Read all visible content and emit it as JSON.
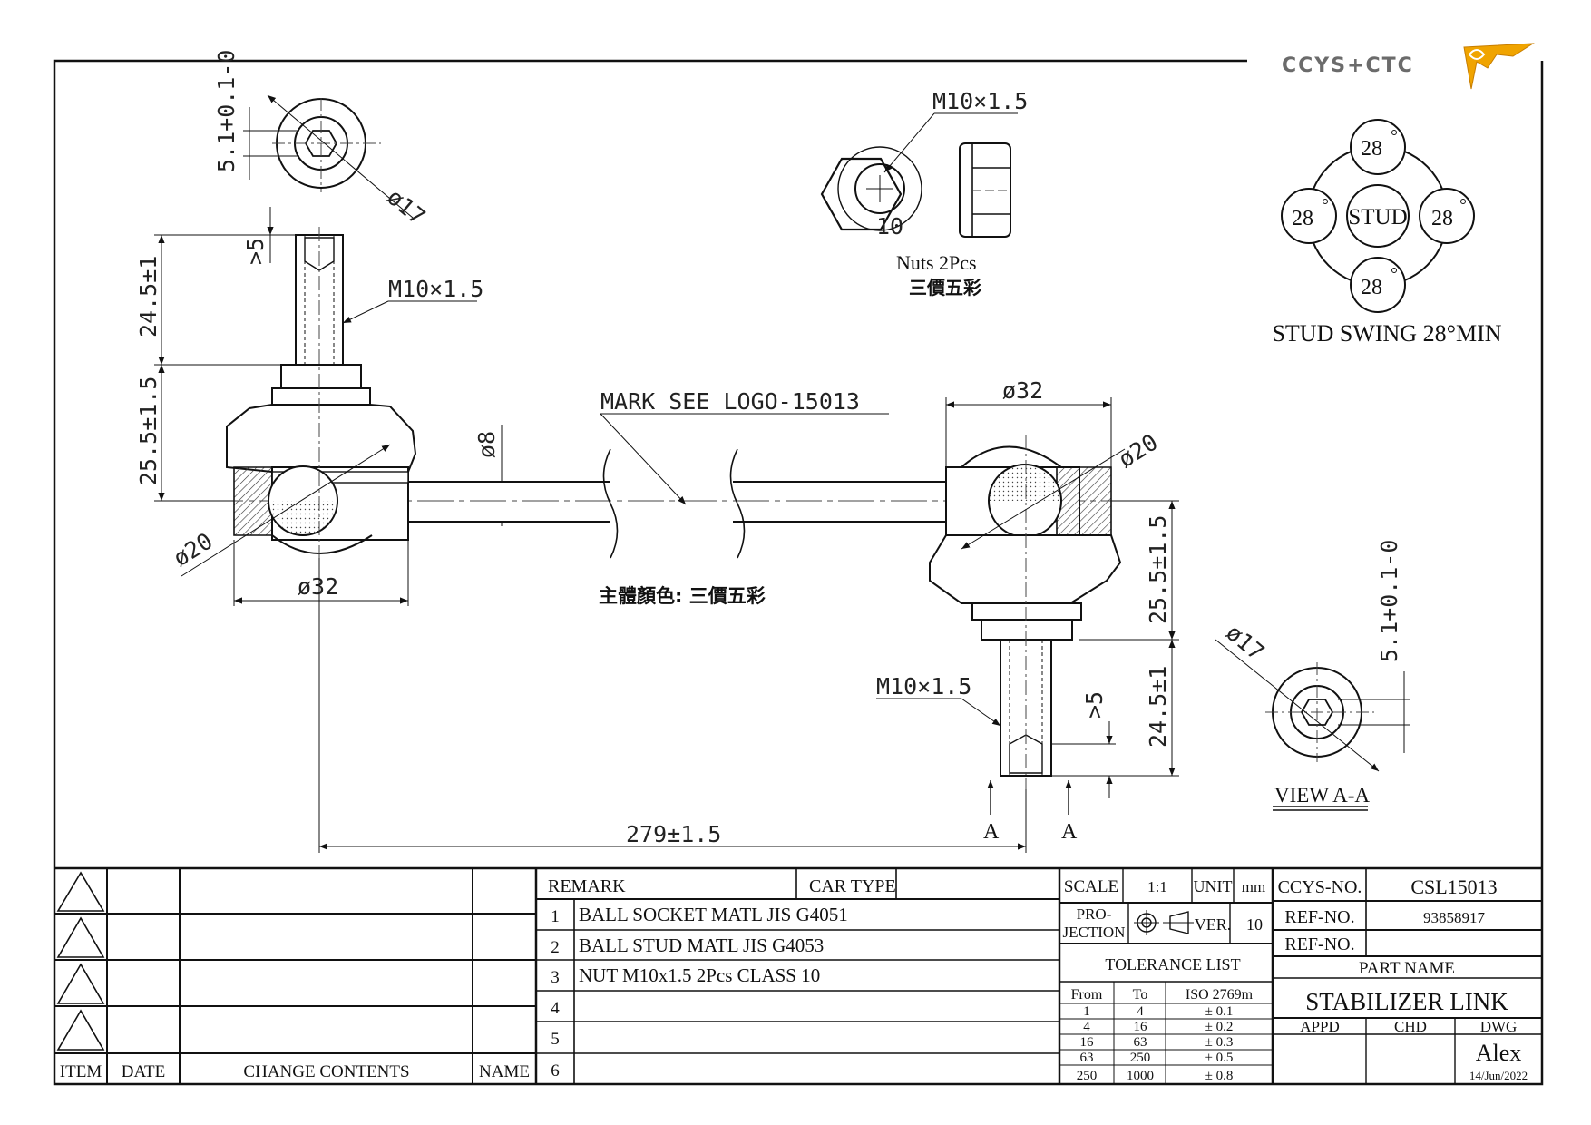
{
  "logo": {
    "text": "CCYS+CTC",
    "accent_color": "#f0a400"
  },
  "top_nut": {
    "thread": "M10×1.5",
    "thread_inner": "10",
    "caption": "Nuts 2Pcs",
    "color_note": "三價五彩"
  },
  "stud_swing": {
    "center": "STUD",
    "angle_value": "28",
    "caption": "STUD SWING 28°MIN"
  },
  "left_end_view": {
    "dia": "ø17",
    "height": "5.1+0.1-0"
  },
  "left_joint": {
    "thread": "M10×1.5",
    "recess": ">5",
    "stud_len": "24.5±1",
    "ball_height": "25.5±1.5",
    "ball_dia": "ø20",
    "body_dia": "ø32"
  },
  "rod": {
    "dia": "ø8",
    "mark": "MARK SEE LOGO-15013",
    "body_color": "主體顏色: 三價五彩"
  },
  "right_joint": {
    "body_dia": "ø32",
    "ball_dia": "ø20",
    "ball_height": "25.5±1.5",
    "stud_len": "24.5±1",
    "recess": ">5",
    "thread": "M10×1.5",
    "section_mark": "A"
  },
  "right_end_view": {
    "dia": "ø17",
    "height": "5.1+0.1-0",
    "title": "VIEW A-A"
  },
  "overall": {
    "length": "279±1.5"
  },
  "revision": {
    "headers": {
      "item": "ITEM",
      "date": "DATE",
      "contents": "CHANGE CONTENTS",
      "name": "NAME"
    }
  },
  "remarks": {
    "header": "REMARK",
    "car_type_label": "CAR TYPE",
    "rows": [
      {
        "no": "1",
        "text": "BALL SOCKET MATL JIS G4051"
      },
      {
        "no": "2",
        "text": "BALL STUD MATL JIS G4053"
      },
      {
        "no": "3",
        "text": "NUT M10x1.5 2Pcs CLASS 10"
      },
      {
        "no": "4",
        "text": ""
      },
      {
        "no": "5",
        "text": ""
      },
      {
        "no": "6",
        "text": ""
      }
    ]
  },
  "specs": {
    "scale_label": "SCALE",
    "scale": "1:1",
    "unit_label": "UNIT",
    "unit": "mm",
    "projection_label_1": "PRO-",
    "projection_label_2": "JECTION",
    "ver_label": "VER.",
    "ver": "10",
    "tolerance_title": "TOLERANCE LIST",
    "tol_headers": [
      "From",
      "To",
      "ISO 2769m"
    ],
    "tol_rows": [
      [
        "1",
        "4",
        "± 0.1"
      ],
      [
        "4",
        "16",
        "± 0.2"
      ],
      [
        "16",
        "63",
        "± 0.3"
      ],
      [
        "63",
        "250",
        "± 0.5"
      ],
      [
        "250",
        "1000",
        "± 0.8"
      ]
    ]
  },
  "title_block": {
    "ccys_no_label": "CCYS-NO.",
    "ccys_no": "CSL15013",
    "ref_no_label": "REF-NO.",
    "ref_no": "93858917",
    "ref_no2_label": "REF-NO.",
    "ref_no2": "",
    "part_name_label": "PART NAME",
    "part_name": "STABILIZER LINK",
    "appd_label": "APPD",
    "chd_label": "CHD",
    "dwg_label": "DWG",
    "dwg_by": "Alex",
    "date": "14/Jun/2022"
  }
}
